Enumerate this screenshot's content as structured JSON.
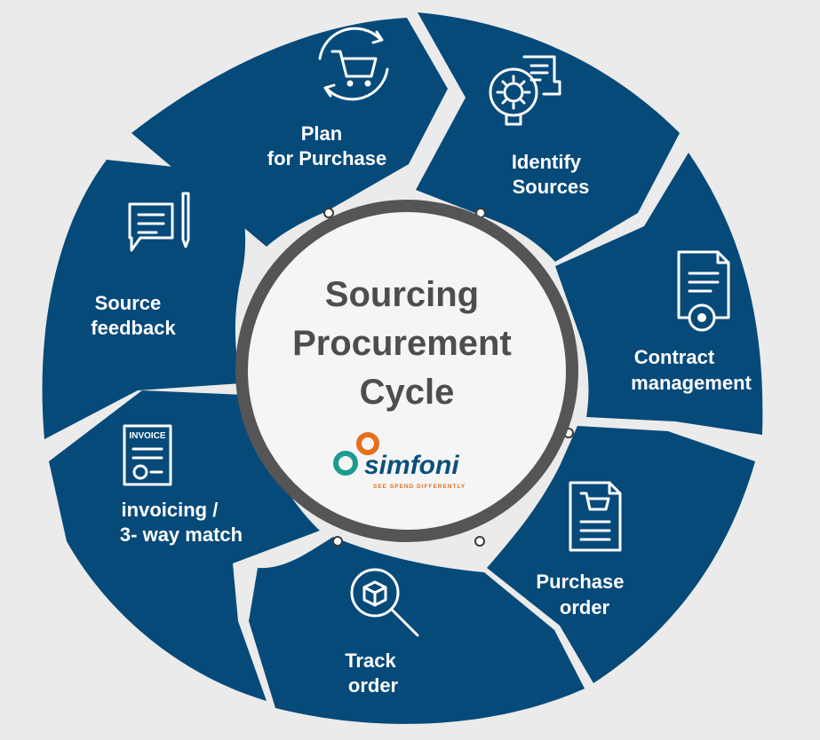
{
  "center": {
    "title_lines": [
      "Sourcing",
      "Procurement",
      "Cycle"
    ]
  },
  "brand": {
    "name": "simfoni",
    "tagline": "SEE SPEND DIFFERENTLY"
  },
  "steps": [
    {
      "lines": [
        "Plan",
        "for Purchase"
      ],
      "icon": "cart-refresh-icon"
    },
    {
      "lines": [
        "Identify",
        "Sources"
      ],
      "icon": "gear-document-icon"
    },
    {
      "lines": [
        "Contract",
        "management"
      ],
      "icon": "contract-gear-icon"
    },
    {
      "lines": [
        "Purchase",
        "order"
      ],
      "icon": "purchase-order-icon"
    },
    {
      "lines": [
        "Track",
        "order"
      ],
      "icon": "magnify-box-icon"
    },
    {
      "lines": [
        "invoicing /",
        "3- way match"
      ],
      "icon": "invoice-icon",
      "icon_text": "INVOICE"
    },
    {
      "lines": [
        "Source",
        "feedback"
      ],
      "icon": "chat-pencil-icon"
    }
  ],
  "colors": {
    "segment": "#064a7a",
    "background": "#ebebeb",
    "center_text": "#4d4d4d",
    "brand_blue": "#0b4f7c",
    "brand_orange": "#e46f1d",
    "brand_teal": "#1c9b8f"
  }
}
